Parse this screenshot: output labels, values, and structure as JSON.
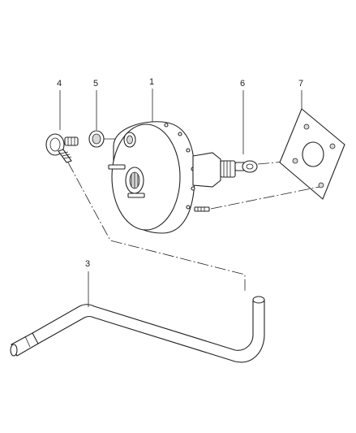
{
  "callouts": [
    {
      "id": "1",
      "label": "1"
    },
    {
      "id": "3",
      "label": "3"
    },
    {
      "id": "4",
      "label": "4"
    },
    {
      "id": "5",
      "label": "5"
    },
    {
      "id": "6",
      "label": "6"
    },
    {
      "id": "7",
      "label": "7"
    }
  ]
}
